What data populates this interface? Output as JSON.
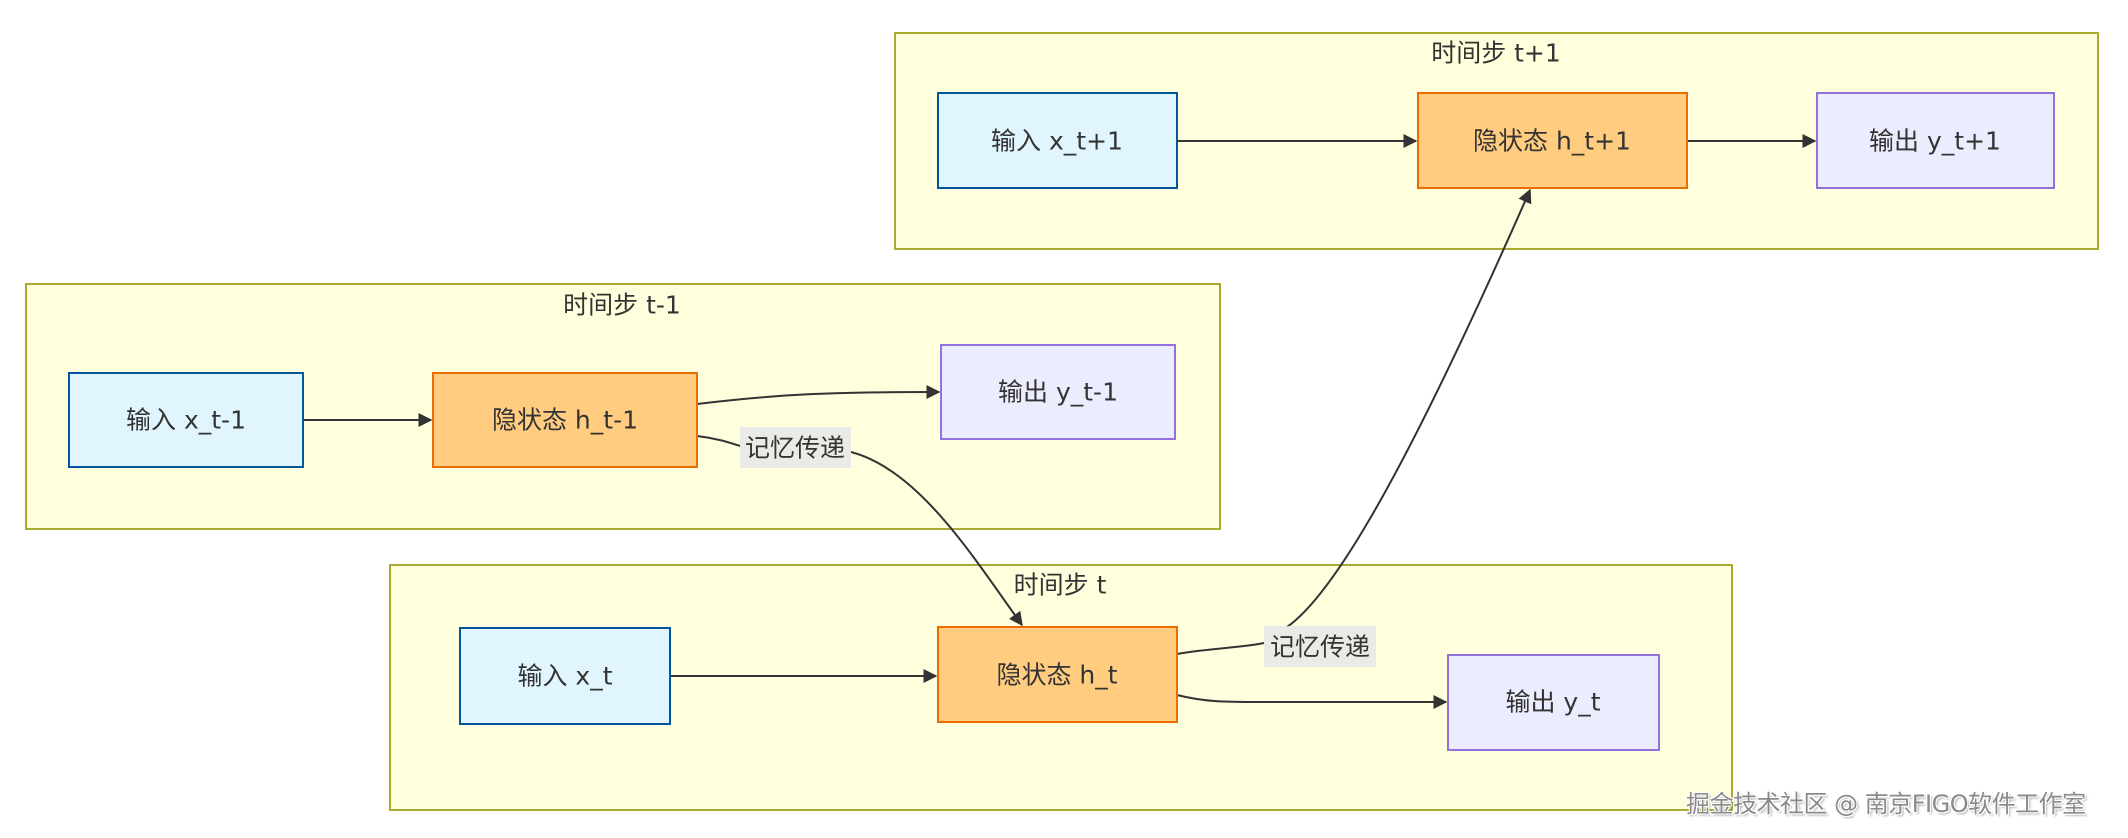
{
  "diagram": {
    "type": "flowchart",
    "clusters": [
      {
        "id": "t_plus_1",
        "title": "时间步 t+1",
        "nodes": {
          "input": "输入 x_t+1",
          "hidden": "隐状态 h_t+1",
          "output": "输出 y_t+1"
        }
      },
      {
        "id": "t_minus_1",
        "title": "时间步 t-1",
        "nodes": {
          "input": "输入 x_t-1",
          "hidden": "隐状态 h_t-1",
          "output": "输出 y_t-1"
        }
      },
      {
        "id": "t",
        "title": "时间步 t",
        "nodes": {
          "input": "输入 x_t",
          "hidden": "隐状态 h_t",
          "output": "输出 y_t"
        }
      }
    ],
    "edges": [
      {
        "from": "输入 x_t-1",
        "to": "隐状态 h_t-1",
        "label": ""
      },
      {
        "from": "隐状态 h_t-1",
        "to": "输出 y_t-1",
        "label": ""
      },
      {
        "from": "隐状态 h_t-1",
        "to": "隐状态 h_t",
        "label": "记忆传递"
      },
      {
        "from": "输入 x_t",
        "to": "隐状态 h_t",
        "label": ""
      },
      {
        "from": "隐状态 h_t",
        "to": "输出 y_t",
        "label": ""
      },
      {
        "from": "隐状态 h_t",
        "to": "隐状态 h_t+1",
        "label": "记忆传递"
      },
      {
        "from": "输入 x_t+1",
        "to": "隐状态 h_t+1",
        "label": ""
      },
      {
        "from": "隐状态 h_t+1",
        "to": "输出 y_t+1",
        "label": ""
      }
    ],
    "edge_labels": {
      "memory_1": "记忆传递",
      "memory_2": "记忆传递"
    },
    "colors": {
      "cluster_fill": "#ffffde",
      "cluster_border": "#aaaa33",
      "input_fill": "#e1f5fe",
      "input_border": "#01579b",
      "hidden_fill": "#ffcc80",
      "hidden_border": "#ef6c00",
      "output_fill": "#ececff",
      "output_border": "#9370db",
      "edge": "#333333",
      "edge_label_bg": "#e8e8e8"
    }
  },
  "watermark": "掘金技术社区 @ 南京FIGO软件工作室"
}
